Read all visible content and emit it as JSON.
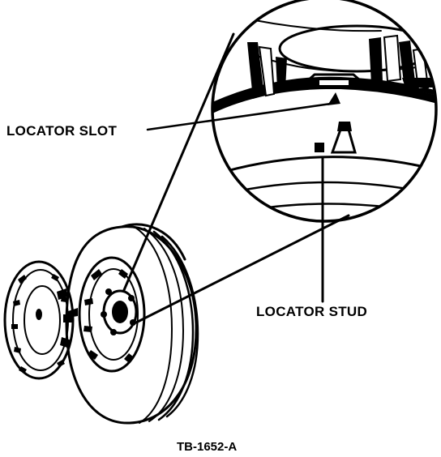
{
  "figure": {
    "callouts": {
      "locator_slot": "LOCATOR SLOT",
      "locator_stud": "LOCATOR STUD"
    },
    "figure_id": "TB-1652-A"
  },
  "colors": {
    "ink": "#000000",
    "paper": "#ffffff"
  }
}
